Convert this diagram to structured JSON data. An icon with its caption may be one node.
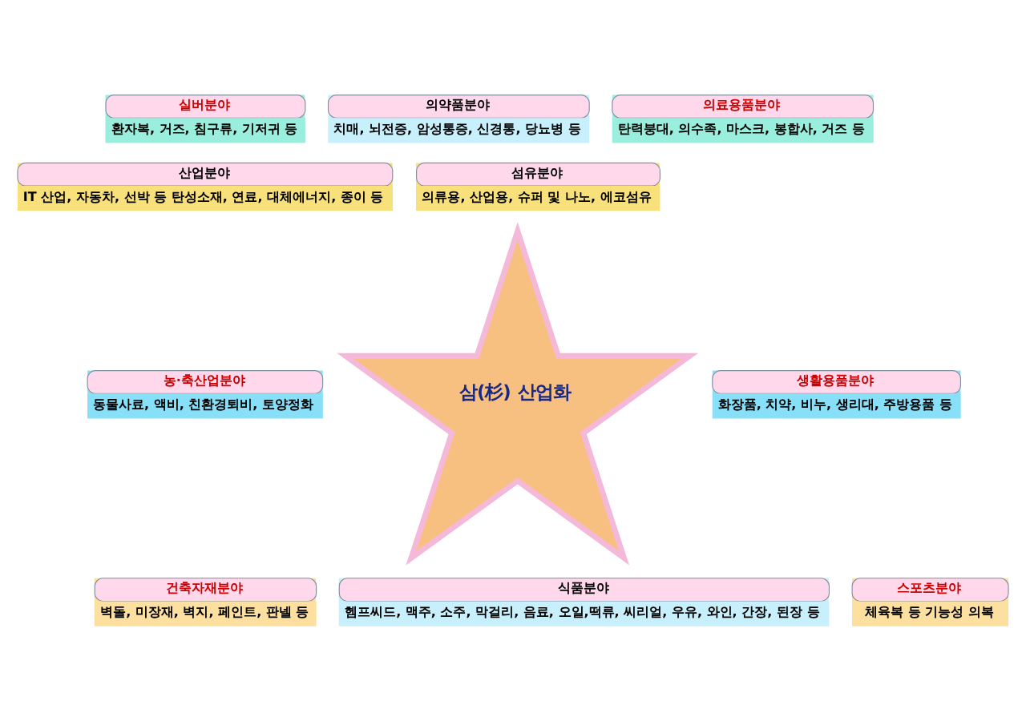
{
  "diagram": {
    "nodes": [
      {
        "text": [
          "의약품분야",
          "치매, 뇌전증, 암성통증, 신경통, 당뇨병 등"
        ]
      },
      {
        "text": [
          "실버분야",
          "환자복, 거즈, 침구류, 기저귀 등"
        ]
      },
      {
        "text": [
          "의료용품분야",
          "탄력붕대, 의수족, 마스크, 봉합사, 거즈 등"
        ]
      },
      {
        "text": [
          "산업분야",
          "IT 산업, 자동차, 선박 등 탄성소재, 연료, 대체에너지, 종이 등"
        ]
      },
      {
        "text": [
          "섬유분야",
          "의류용, 산업용, 슈퍼 및 나노, 에코섬유"
        ]
      },
      {
        "text": [
          "삼(杉) 산업화"
        ]
      },
      {
        "text": [
          "농·축산업분야",
          "동물사료, 액비, 친환경퇴비, 토양정화"
        ]
      },
      {
        "text": [
          "생활용품분야",
          "화장품, 치약, 비누, 생리대, 주방용품 등"
        ]
      },
      {
        "text": [
          "건축자재분야",
          "벽돌, 미장재, 벽지, 페인트, 판넬 등"
        ]
      },
      {
        "text": [
          "식품분야",
          "헴프씨드, 맥주, 소주, 막걸리, 음료, 오일,떡류, 씨리얼, 우유, 와인, 간장, 된장 등"
        ]
      },
      {
        "text": [
          "스포츠분야",
          "체육복 등 기능성 의복"
        ]
      }
    ],
    "edges": []
  }
}
